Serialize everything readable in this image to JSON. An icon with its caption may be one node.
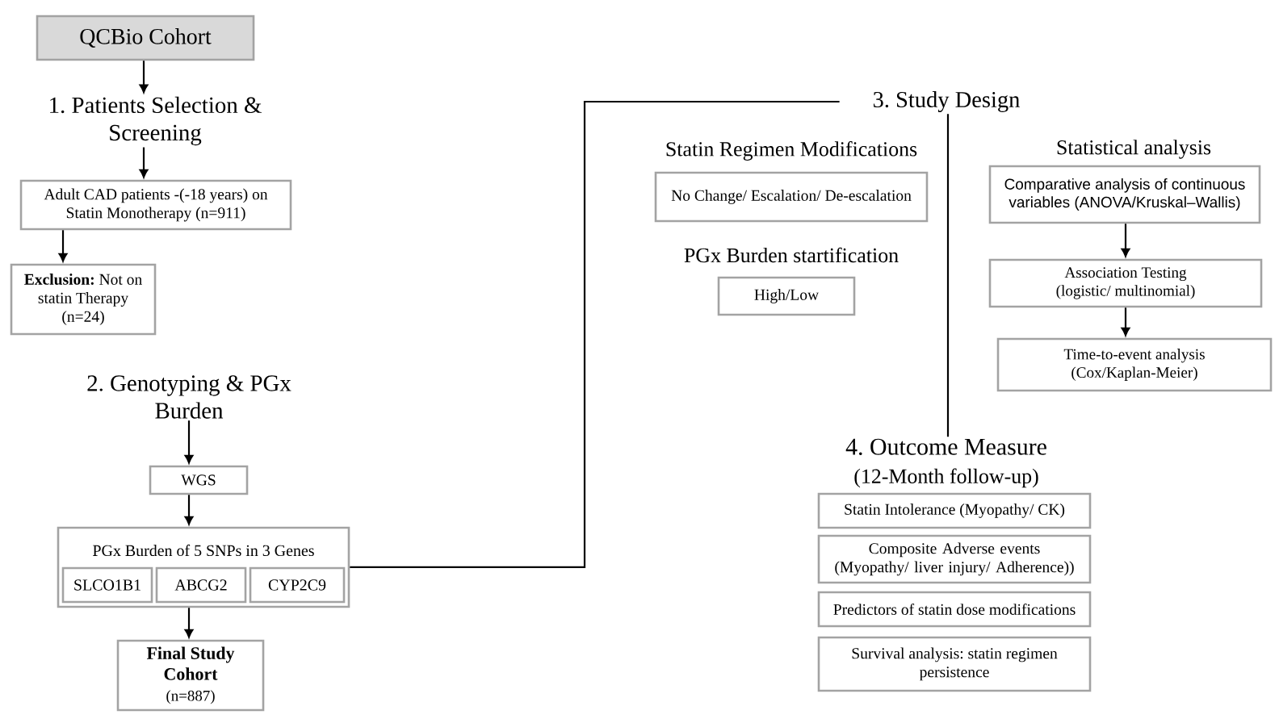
{
  "diagram": {
    "nodes": [
      {
        "text": [
          "QCBio Cohort"
        ]
      },
      {
        "text": [
          "1. Patients Selection & Screening"
        ]
      },
      {
        "text": [
          "Adult CAD patients -(-18 years) on Statin Monotherapy (n=911)"
        ]
      },
      {
        "text": [
          "**Exclusion:** Not on statin Therapy (n=24)"
        ]
      },
      {
        "text": [
          "2. Genotyping & PGx Burden"
        ]
      },
      {
        "text": [
          "WGS"
        ]
      },
      {
        "text": [
          "PGx Burden of 5 SNPs in 3 Genes"
        ]
      },
      {
        "text": [
          "SLCO1B1"
        ],
        "in": 6
      },
      {
        "text": [
          "ABCG2"
        ],
        "in": 6
      },
      {
        "text": [
          "CYP2C9"
        ],
        "in": 6
      },
      {
        "text": [
          "Final Study Cohort",
          "(n=887)"
        ]
      },
      {
        "text": [
          "3. Study Design"
        ]
      },
      {
        "text": [
          "Statin Regimen Modifications",
          "No Change/ Escalation/ De-escalation"
        ]
      },
      {
        "text": [
          "PGx Burden startification",
          "High/Low"
        ]
      },
      {
        "text": [
          "Comparative analysis of continuous variables (ANOVA/Kruskal–Wallis)"
        ]
      },
      {
        "text": [
          "Association Testing (logistic/ multinomial)"
        ]
      },
      {
        "text": [
          "Time-to-event analysis (Cox/Kaplan-Meier)"
        ]
      },
      {
        "text": [
          "4. Outcome Measure",
          "(12-Month follow-up)"
        ]
      },
      {
        "text": [
          "Statin Intolerance (Myopathy/ CK)"
        ]
      },
      {
        "text": [
          "Composite Adverse events (Myopathy/ liver injury/ Adherence))"
        ]
      },
      {
        "text": [
          "Predictors of statin dose modifications"
        ]
      },
      {
        "text": [
          "Survival analysis: statin regimen persistence"
        ]
      }
    ],
    "edges": [
      {
        "from": 0,
        "to": 1,
        "arrow": "to"
      },
      {
        "from": 1,
        "to": 2,
        "arrow": "to"
      },
      {
        "from": 2,
        "to": 3,
        "arrow": "to"
      },
      {
        "from": 4,
        "to": 5,
        "arrow": "to"
      },
      {
        "from": 5,
        "to": 6,
        "arrow": "to"
      },
      {
        "from": 6,
        "to": 10,
        "arrow": "to"
      },
      {
        "from": 6,
        "to": 11,
        "arrow": "none"
      },
      {
        "from": 11,
        "to": 17,
        "arrow": "none"
      },
      {
        "from": 14,
        "to": 15,
        "arrow": "to"
      },
      {
        "from": 15,
        "to": 16,
        "arrow": "to"
      }
    ],
    "labels": [
      "Statistical analysis"
    ]
  }
}
